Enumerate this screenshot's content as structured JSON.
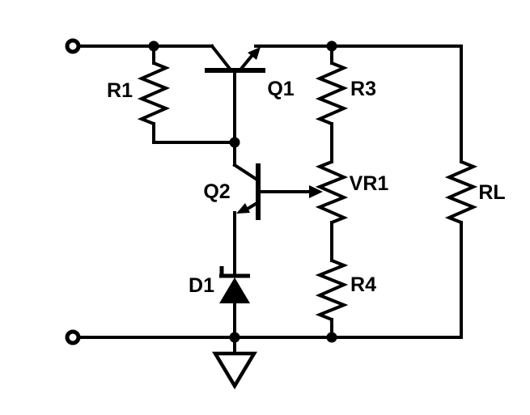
{
  "diagram": {
    "kind": "circuit-schematic",
    "background_color": "#ffffff",
    "line_color": "#000000",
    "components": {
      "r1": {
        "label": "R1",
        "type": "resistor"
      },
      "q1": {
        "label": "Q1",
        "type": "npn-transistor"
      },
      "q2": {
        "label": "Q2",
        "type": "npn-transistor"
      },
      "d1": {
        "label": "D1",
        "type": "zener-diode"
      },
      "r3": {
        "label": "R3",
        "type": "resistor"
      },
      "vr1": {
        "label": "VR1",
        "type": "potentiometer"
      },
      "r4": {
        "label": "R4",
        "type": "resistor"
      },
      "rl": {
        "label": "RL",
        "type": "load-resistor"
      }
    }
  }
}
